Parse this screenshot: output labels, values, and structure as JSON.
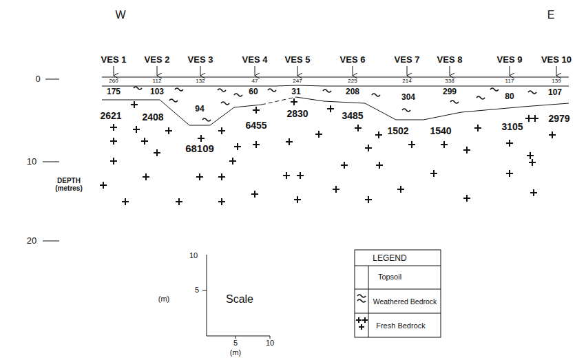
{
  "diagram": {
    "labels": [
      "W",
      "E",
      "VES 1",
      "VES 2",
      "VES 3",
      "VES 4",
      "VES 5",
      "VES 6",
      "VES 7",
      "VES 8",
      "VES 9",
      "VES 10",
      "0",
      "10",
      "DEPTH (metres)",
      "20",
      "260",
      "112",
      "132",
      "47",
      "247",
      "225",
      "214",
      "338",
      "117",
      "139",
      "175",
      "103",
      "94",
      "60",
      "31",
      "208",
      "304",
      "299",
      "80",
      "107",
      "2621",
      "2408",
      "68109",
      "6455",
      "2830",
      "3485",
      "1502",
      "1540",
      "3105",
      "2979",
      "10",
      "5",
      "(m)",
      "Scale",
      "5",
      "10",
      "(m)",
      "LEGEND"
    ],
    "legend": [
      {
        "text": "Topsoil"
      },
      {
        "text": "Weathered Bedrock"
      },
      {
        "text": "Fresh Bedrock"
      }
    ]
  }
}
